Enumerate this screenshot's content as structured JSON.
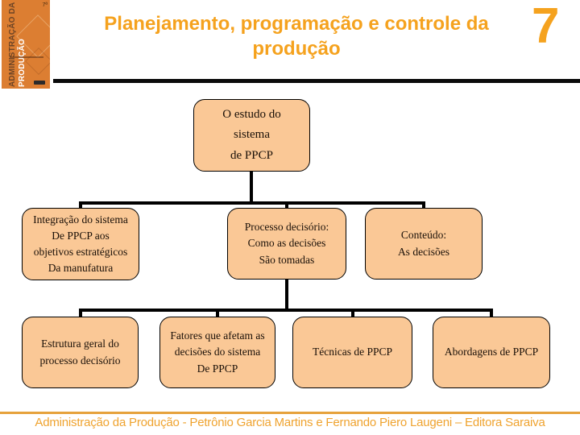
{
  "slide": {
    "chapter_number": "7",
    "title_line1": "Planejamento, programação e controle da",
    "title_line2": "produção"
  },
  "book_cover": {
    "series_vertical_text_dark": "ADMINISTRAÇÃO DA",
    "series_vertical_text_light": "PRODUÇÃO",
    "edition_badge": "7ª"
  },
  "diagram": {
    "root": {
      "text": "O estudo do\nsistema\nde PPCP"
    },
    "level2": [
      {
        "text": "Integração do sistema\nDe PPCP aos\nobjetivos estratégicos\nDa manufatura"
      },
      {
        "text": "Processo decisório:\nComo as decisões\nSão tomadas"
      },
      {
        "text": "Conteúdo:\nAs decisões"
      }
    ],
    "level3": [
      {
        "text": "Estrutura geral do\nprocesso decisório"
      },
      {
        "text": "Fatores que afetam as\ndecisões do sistema\nDe PPCP"
      },
      {
        "text": "Técnicas de PPCP"
      },
      {
        "text": "Abordagens de PPCP"
      }
    ]
  },
  "footer": {
    "text": "Administração da Produção - Petrônio Garcia Martins e Fernando Piero Laugeni – Editora Saraiva"
  },
  "colors": {
    "title_orange": "#F5A21E",
    "footer_text_orange": "#EFA32F",
    "footer_rule_orange": "#E6A23C",
    "cover_orange": "#DC7E32",
    "node_fill": "#FAC896",
    "node_border": "#000000",
    "connector": "#000000",
    "header_rule": "#0A0A0A"
  }
}
